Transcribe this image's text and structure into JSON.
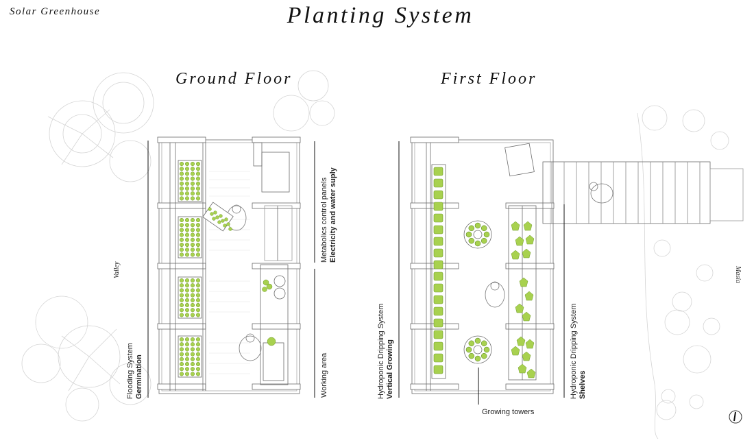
{
  "brand": "Solar Greenhouse",
  "title": "Planting System",
  "floors": {
    "ground": "Ground Floor",
    "first": "First Floor"
  },
  "labels": {
    "flooding_system": "Flooding System",
    "germination": "Germination",
    "metabolics_panels": "Metabolics control panels",
    "electricity_water": "Electricity and water suply",
    "working_area": "Working area",
    "hydro_vertical_line1": "Hydroponic Dripping System",
    "vertical_growing": "Vertical Growing",
    "growing_towers": "Growing towers",
    "hydro_shelves_line1": "Hydroponic Dripping System",
    "shelves": "Shelves",
    "valley": "Valley",
    "masia": "Masia"
  },
  "colors": {
    "plant_green": "#a8d14f",
    "plant_dark": "#6f9a2a",
    "line": "#6a6a6a",
    "faint": "#c6c6c6",
    "ink": "#111111"
  }
}
